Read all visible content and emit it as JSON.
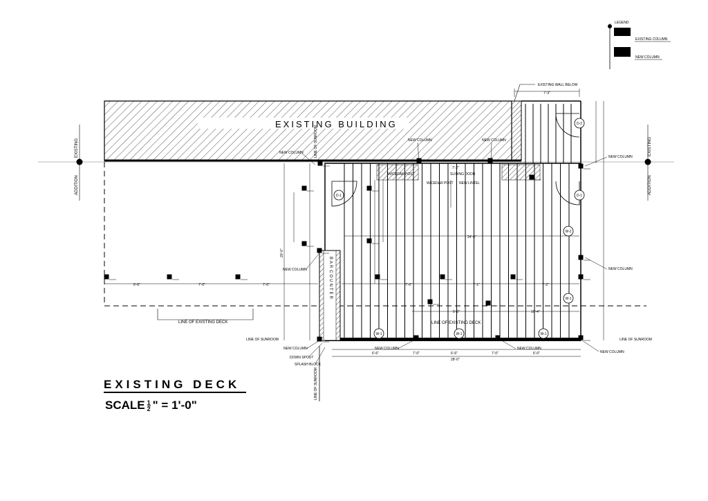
{
  "legend": {
    "title": "LEGEND",
    "items": [
      {
        "label": "EXISTING COLUMN",
        "icon": "existing-column-swatch"
      },
      {
        "label": "NEW COLUMN",
        "icon": "new-column-swatch"
      }
    ]
  },
  "building": {
    "label": "EXISTING BUILDING",
    "existing_wall_note": "EXISTING WALL BELOW"
  },
  "sides": {
    "left_existing": "EXISTING",
    "left_addition": "ADDITION",
    "right_existing": "EXISTING",
    "right_addition": "ADDITION"
  },
  "callouts": {
    "new_column": "NEW COLUMN",
    "line_of_sunroom": "LINE OF SUNROOM",
    "down_spout": "DOWN SPOUT",
    "splash_block": "SPLASH BLOCK",
    "wood_post": "W/CEDAR POST",
    "sliding_door": "SLIDING DOOR",
    "new_lintel": "NEW LINTEL",
    "line_existing_deck_left": "LINE OF EXISTING DECK",
    "line_existing_deck_center": "LINE OF EXISTING DECK"
  },
  "bar_counter": {
    "bar": "BAR",
    "counter": "COUNTER"
  },
  "dimensions": {
    "top_right": "7'-3\"",
    "row_a": [
      "6'-6\"",
      "7'-0\"",
      "7'-0\""
    ],
    "row_b": [
      "7'-0\"",
      "7'-1\"",
      "7'-2\""
    ],
    "bottom_a": [
      "6'-6\"",
      "7'-0\"",
      "6'-6\"",
      "7'-0\"",
      "6'-0\""
    ],
    "bottom_total": "28'-0\"",
    "mid_span": "24'-4\"",
    "left_height": "20'-0\"",
    "deck_span": "10'-4\"",
    "beam_a": "6'-2\"",
    "beam_b": "7'-2\""
  },
  "tags": [
    "D-2",
    "D-1",
    "D-1",
    "W-2",
    "W-1",
    "W-1",
    "W-1",
    "W-1"
  ],
  "title": {
    "name": "EXISTING DECK",
    "scale_prefix": "SCALE",
    "scale_num": "1",
    "scale_den": "2",
    "scale_suffix": "\" = 1'-0\""
  }
}
